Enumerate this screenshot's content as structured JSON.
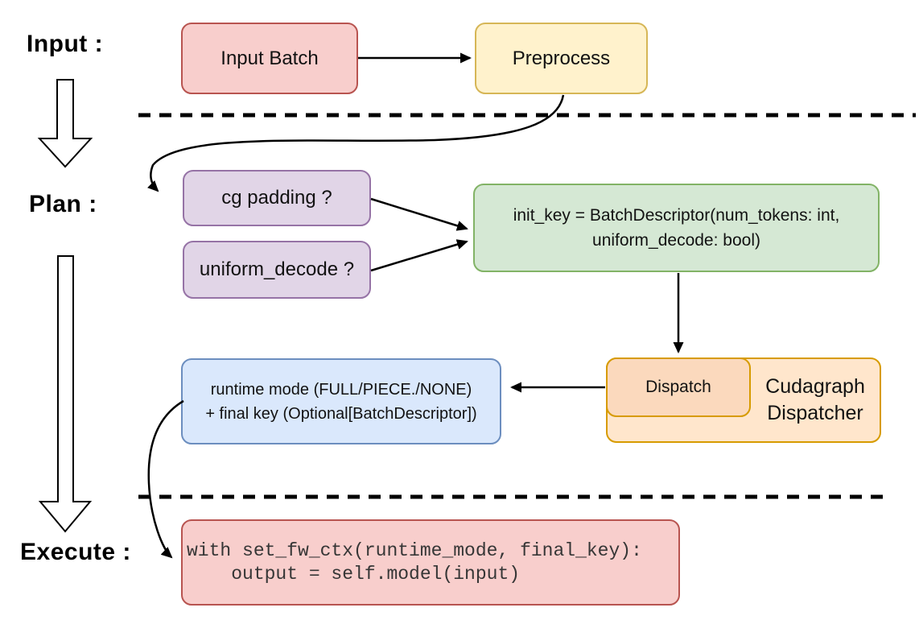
{
  "stage_labels": {
    "input": "Input :",
    "plan": "Plan :",
    "execute": "Execute :"
  },
  "nodes": {
    "input_batch": {
      "label": "Input Batch"
    },
    "preprocess": {
      "label": "Preprocess"
    },
    "cg_padding": {
      "label": "cg padding ?"
    },
    "uniform_decode": {
      "label": "uniform_decode ?"
    },
    "init_key": {
      "line1": "init_key = BatchDescriptor(num_tokens: int,",
      "line2": "uniform_decode: bool)"
    },
    "runtime_mode": {
      "line1": "runtime mode (FULL/PIECE./NONE)",
      "line2": "+ final key (Optional[BatchDescriptor])"
    },
    "dispatch": {
      "label": "Dispatch"
    },
    "cudagraph_dispatcher": {
      "line1": "Cudagraph",
      "line2": "Dispatcher"
    },
    "execute_code": {
      "line1": "with set_fw_ctx(runtime_mode, final_key):",
      "line2": "    output = self.model(input)"
    }
  },
  "palette": {
    "red_fill": "#f8cecc",
    "red_stroke": "#b85450",
    "yellow_fill": "#fff2cc",
    "yellow_stroke": "#d6b656",
    "purple_fill": "#e1d5e7",
    "purple_stroke": "#9673a6",
    "green_fill": "#d5e8d4",
    "green_stroke": "#82b366",
    "blue_fill": "#dae8fc",
    "blue_stroke": "#6c8ebf",
    "orange_fill": "#ffe6cc",
    "orange_inner_fill": "#fbd9bd",
    "orange_stroke": "#d79b00",
    "arrow_color": "#000000"
  }
}
